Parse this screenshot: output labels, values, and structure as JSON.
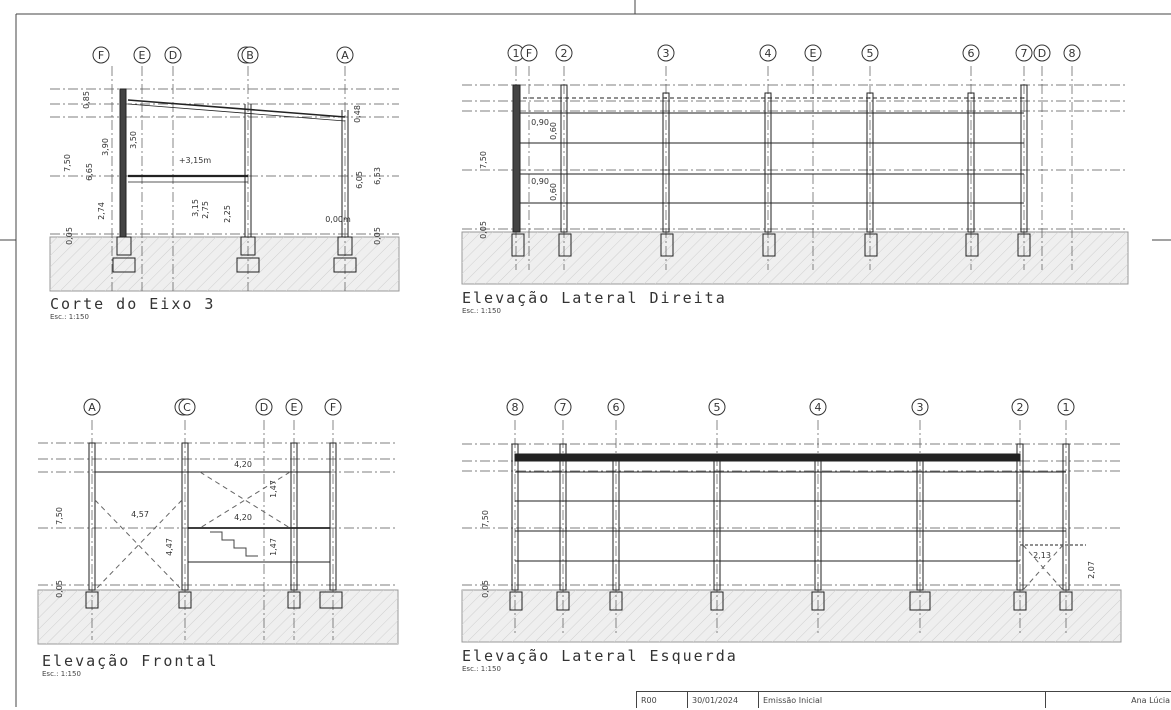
{
  "views": [
    {
      "id": "corte-eixo-3",
      "title": "Corte do Eixo 3",
      "scale": "Esc.: 1:150",
      "axes": [
        "F",
        "E",
        "D",
        "C",
        "B",
        "A"
      ],
      "level_labels": [
        "+3,15m",
        "0,00m"
      ],
      "dims_left": [
        "0,85",
        "7,50",
        "6,65",
        "3,90",
        "2,74",
        "0,05",
        "3,50"
      ],
      "dims_center": [
        "3,15",
        "2,75",
        "2,25"
      ],
      "dims_right": [
        "0,48",
        "6,05",
        "6,53",
        "0,05"
      ]
    },
    {
      "id": "elevacao-lateral-direita",
      "title": "Elevação Lateral Direita",
      "scale": "Esc.: 1:150",
      "axes": [
        "1",
        "F",
        "2",
        "3",
        "4",
        "E",
        "5",
        "6",
        "7",
        "D",
        "8"
      ],
      "dims": [
        "7,50",
        "0,05",
        "0,90",
        "0,60",
        "0,90",
        "0,60"
      ]
    },
    {
      "id": "elevacao-frontal",
      "title": "Elevação Frontal",
      "scale": "Esc.: 1:150",
      "axes": [
        "A",
        "B",
        "C",
        "D",
        "E",
        "F"
      ],
      "dims": [
        "7,50",
        "0,05",
        "4,20",
        "4,57",
        "4,20",
        "1,47",
        "4,47",
        "1,47"
      ]
    },
    {
      "id": "elevacao-lateral-esquerda",
      "title": "Elevação Lateral Esquerda",
      "scale": "Esc.: 1:150",
      "axes": [
        "8",
        "7",
        "6",
        "5",
        "4",
        "3",
        "2",
        "1"
      ],
      "dims": [
        "7,50",
        "0,05",
        "2,13",
        "2,07"
      ]
    }
  ],
  "title_block": {
    "revision": "R00",
    "date": "30/01/2024",
    "description": "Emissão Inicial",
    "author": "Ana Lúcia"
  },
  "colors": {
    "line": "#333333",
    "ground_fill": "#ececec",
    "hatch": "#bbbbbb"
  }
}
